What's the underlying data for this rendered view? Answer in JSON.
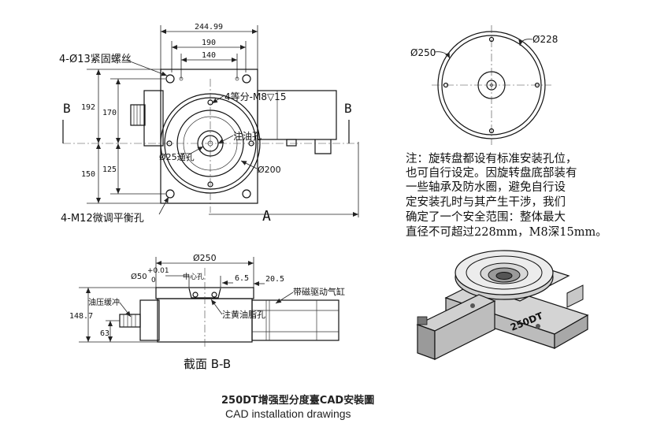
{
  "top_view": {
    "dim_total_width": "244.99",
    "dim_bolt_pitch_outer": "190",
    "dim_bolt_pitch_inner": "140",
    "label_top_holes": "4-Ø13紧固螺丝",
    "dim_height_upper": "192",
    "dim_height_upper_inner": "170",
    "dim_height_lower": "150",
    "dim_height_lower_inner": "125",
    "label_mount_holes": "4等分-M8▽15",
    "label_oil_hole": "注油孔",
    "label_through_hole": "Ø25通孔",
    "label_dia_200": "Ø200",
    "label_bottom_holes": "4-M12微调平衡孔",
    "section_mark_left": "B",
    "section_mark_right": "B",
    "view_label_a": "A"
  },
  "plate_view": {
    "label_dia_250": "Ø250",
    "label_dia_228": "Ø228"
  },
  "note": {
    "lines": [
      "注：旋转盘都设有标准安装孔位，",
      "也可自行设定。因旋转盘底部装有",
      "一些轴承及防水圈，避免自行设",
      "定安装孔时与其产生干涉，我们",
      "确定了一个安全范围：整体最大",
      "直径不可超过228mm，M8深15mm。"
    ]
  },
  "section_view": {
    "label_dia_250": "Ø250",
    "label_dia_50": "Ø50",
    "label_tol_plus": "+0.01",
    "label_tol_zero": "0",
    "label_center_hole": "中心孔",
    "dim_6_5": "6.5",
    "dim_20_5": "20.5",
    "label_cylinder": "带磁驱动气缸",
    "label_oil_buffer": "油压缓冲",
    "dim_148_7": "148.7",
    "dim_63": "63",
    "label_grease_hole": "注黄油脂孔",
    "section_title": "截面  B-B"
  },
  "iso_view": {
    "brand_mark": "250DT"
  },
  "caption": {
    "title_cn": "250DT增强型分度臺CAD安裝圖",
    "title_en": "CAD installation drawings"
  }
}
